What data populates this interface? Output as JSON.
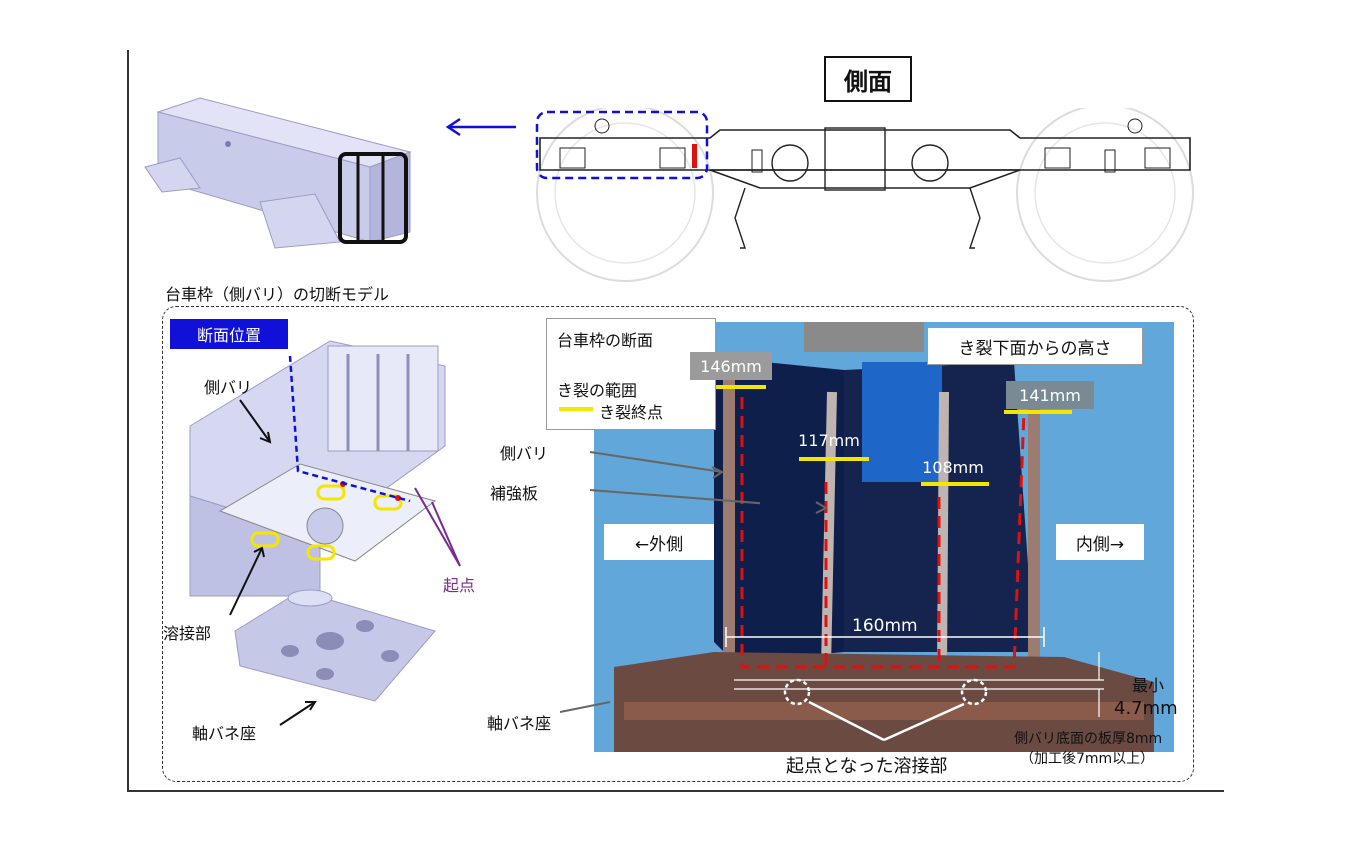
{
  "title": "側面",
  "cutaway_caption": "台車枠（側バリ）の切断モデル",
  "section_position_label": "断面位置",
  "left_labels": {
    "side_beam": "側バリ",
    "weld": "溶接部",
    "spring_seat": "軸バネ座",
    "origin": "起点"
  },
  "legend": {
    "title": "台車枠の断面",
    "range": "き裂の範囲",
    "endpoint": "き裂終点"
  },
  "height_title": "き裂下面からの高さ",
  "measurements": [
    "146mm",
    "117mm",
    "108mm",
    "141mm"
  ],
  "photo_labels": {
    "side_beam": "側バリ",
    "reinforcement": "補強板",
    "outer": "←外側",
    "inner": "内側→",
    "width": "160mm",
    "spring_seat": "軸バネ座",
    "min_label": "最小",
    "min_value": "4.7mm",
    "thickness_note": "側バリ底面の板厚8mm",
    "thickness_note2": "（加工後7mm以上）",
    "origin_weld": "起点となった溶接部"
  },
  "colors": {
    "blue": "#1010d8",
    "crack_red": "#e01010",
    "endpoint_yellow": "#f5e600",
    "purple": "#7a2a8e",
    "model_lavender": "#c9cbea"
  }
}
